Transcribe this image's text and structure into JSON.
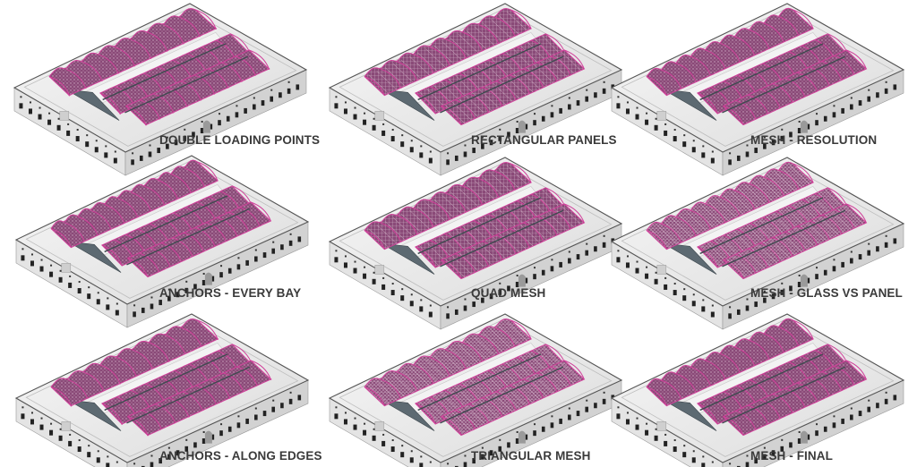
{
  "figure": {
    "description": "Roof canopy design iterations",
    "accent_color": "#d0409a",
    "mesh_fill_color": "#8a4a78",
    "building_color": "#ededed",
    "caption_color": "#3a3a3a"
  },
  "panels": [
    {
      "label": "DOUBLE LOADING POINTS",
      "variant": "loading"
    },
    {
      "label": "RECTANGULAR PANELS",
      "variant": "rect"
    },
    {
      "label": "MESH - RESOLUTION",
      "variant": "resolution"
    },
    {
      "label": "ANCHORS - EVERY BAY",
      "variant": "every-bay"
    },
    {
      "label": "QUAD MESH",
      "variant": "quad"
    },
    {
      "label": "MESH - GLASS VS PANEL",
      "variant": "glass"
    },
    {
      "label": "ANCHORS - ALONG EDGES",
      "variant": "edges"
    },
    {
      "label": "TRIANGULAR MESH",
      "variant": "tri"
    },
    {
      "label": "MESH - FINAL",
      "variant": "final"
    }
  ]
}
